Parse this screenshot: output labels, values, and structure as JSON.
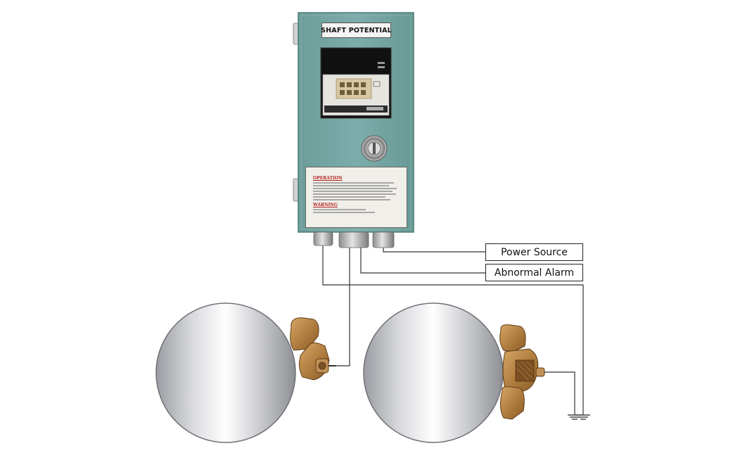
{
  "panel": {
    "title": "SHAFT POTENTIAL",
    "operation_heading": "OPERATION",
    "warning_heading": "WARNING"
  },
  "labels": {
    "power_source": "Power Source",
    "abnormal_alarm": "Abnormal Alarm"
  },
  "colors": {
    "enclosure": "#76a7a3",
    "enclosure_edge": "#5d8c88",
    "brush_holder": "#b78a4c",
    "shaft_light": "#e9e9ec",
    "shaft_dark": "#8d8f94",
    "wire": "#333333"
  },
  "icons": [
    "meter-display",
    "key-switch",
    "cable-gland",
    "brush-holder",
    "shaft",
    "ground-symbol"
  ]
}
